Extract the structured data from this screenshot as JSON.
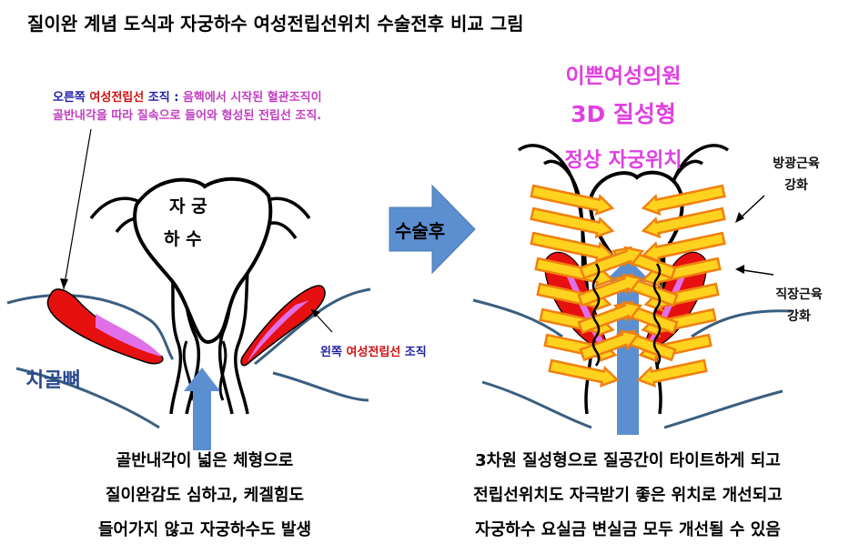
{
  "title": "질이완 계념 도식과 자궁하수 여성전립선위치 수술전후 비교 그림",
  "left_note": {
    "right_label": "오른쪽",
    "tissue_name": "여성전립선",
    "tissue_suffix": "조직 :",
    "desc_1": "음핵에서 시작된 혈관조직이",
    "desc_2": "골반내각을 따라 질속으로 들어와 형성된 전립선 조직."
  },
  "left_tissue_label": {
    "side": "왼쪽",
    "name": "여성전립선",
    "suffix": "조직"
  },
  "uterus_label": {
    "line1": "자 궁",
    "line2": "하 수"
  },
  "bone_label": "치골뼈",
  "surgery_arrow_label": "수술후",
  "right_title": {
    "line1": "이쁜여성의원",
    "line2": "3D 질성형",
    "line3": "정상 자궁위치"
  },
  "bladder_label": {
    "line1": "방광근육",
    "line2": "강화"
  },
  "rectum_label": {
    "line1": "직장근육",
    "line2": "강화"
  },
  "left_caption": [
    "골반내각이 넓은 체형으로",
    "질이완감도 심하고, 케겔힘도",
    "들어가지 않고 자궁하수도 발생"
  ],
  "right_caption": [
    "3차원 질성형으로 질공간이 타이트하게 되고",
    "전립선위치도 자극받기 좋은 위치로 개선되고",
    "자궁하수 요실금 변실금 모두 개선될 수 있음"
  ],
  "colors": {
    "tissue_red": "#e61010",
    "tissue_pink": "#e070e8",
    "bone_blue": "#3a5f80",
    "arrow_blue": "#5b8fd0",
    "muscle_yellow": "#ffd21e",
    "muscle_orange": "#f08010",
    "title_pink": "#e040e0"
  }
}
